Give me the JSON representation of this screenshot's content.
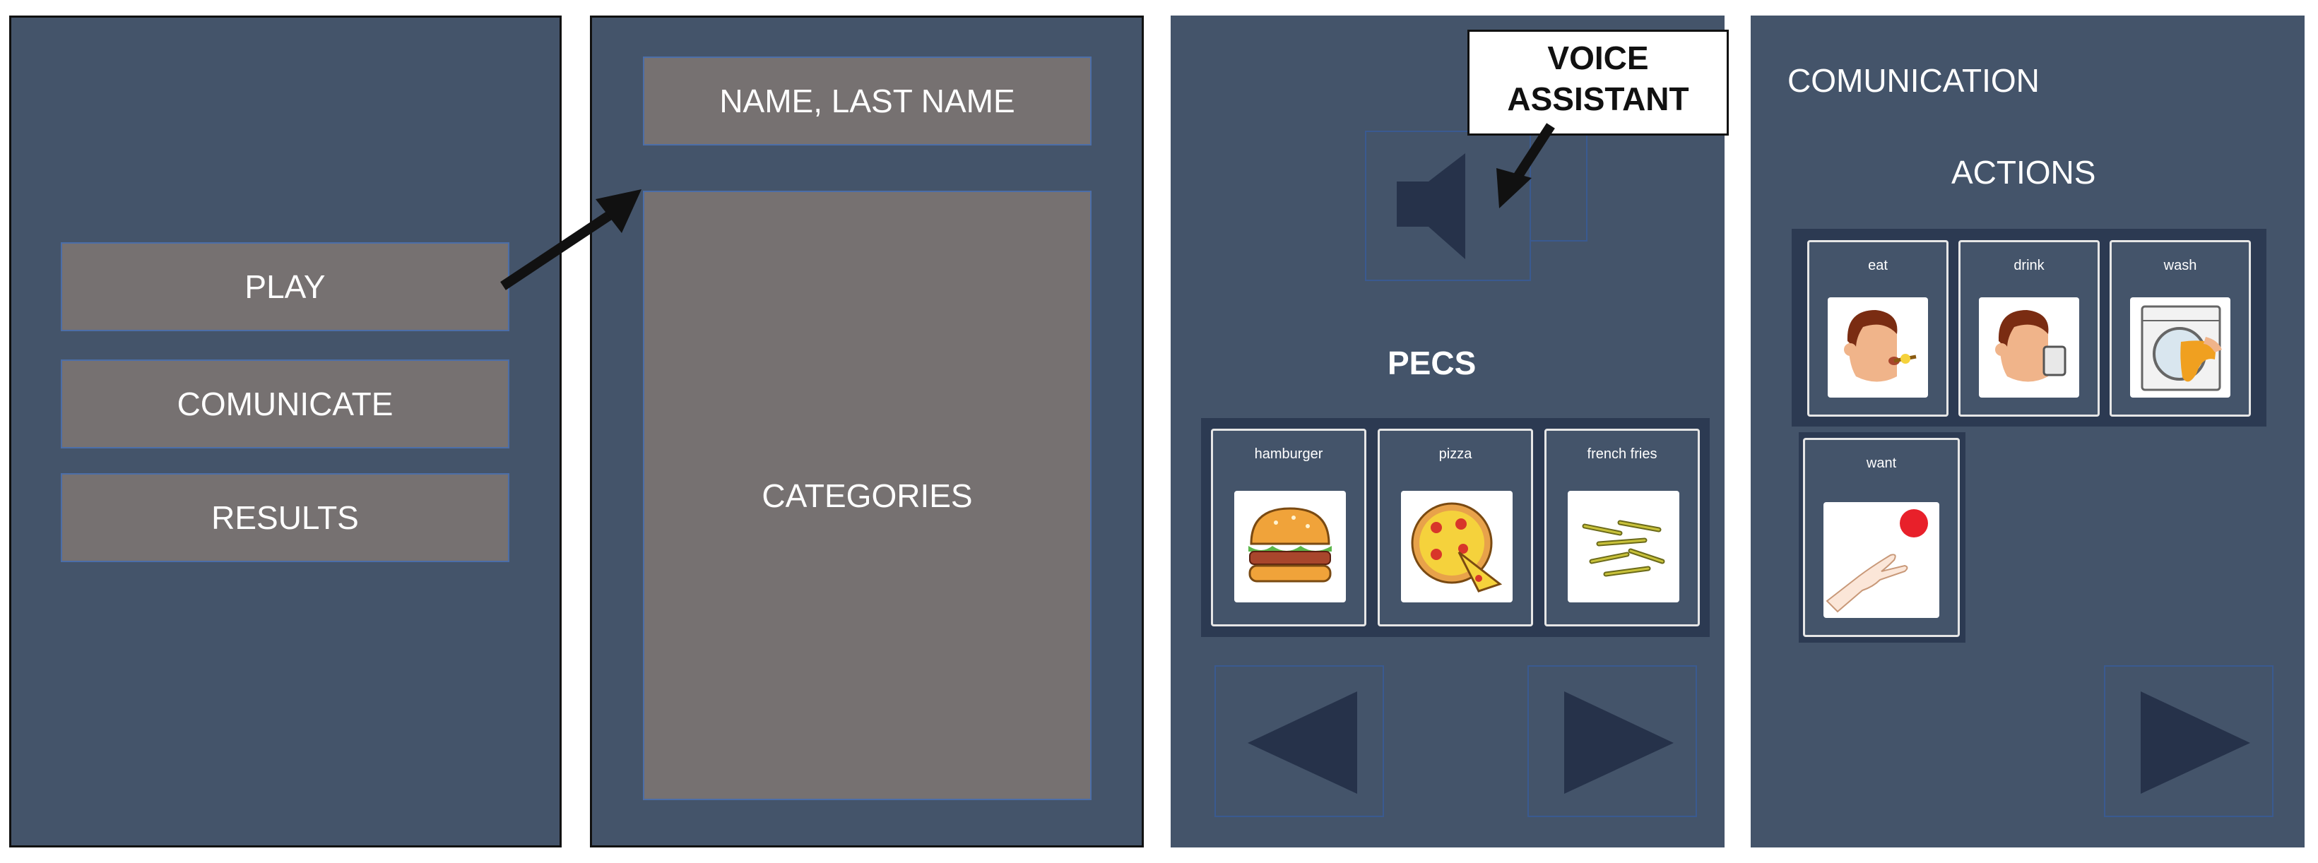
{
  "screen1": {
    "buttons": [
      {
        "label": "PLAY"
      },
      {
        "label": "COMUNICATE"
      },
      {
        "label": "RESULTS"
      }
    ]
  },
  "screen2": {
    "name_field": "NAME, LAST NAME",
    "categories_label": "CATEGORIES"
  },
  "screen3": {
    "callout": {
      "line1": "VOICE",
      "line2": "ASSISTANT"
    },
    "title": "PECS",
    "cards": [
      {
        "label": "hamburger",
        "icon": "hamburger-icon"
      },
      {
        "label": "pizza",
        "icon": "pizza-icon"
      },
      {
        "label": "french fries",
        "icon": "french-fries-icon"
      }
    ]
  },
  "screen4": {
    "title": "COMUNICATION",
    "subtitle": "ACTIONS",
    "cards": [
      {
        "label": "eat",
        "icon": "eat-icon"
      },
      {
        "label": "drink",
        "icon": "drink-icon"
      },
      {
        "label": "wash",
        "icon": "wash-icon"
      },
      {
        "label": "want",
        "icon": "want-icon"
      }
    ]
  }
}
